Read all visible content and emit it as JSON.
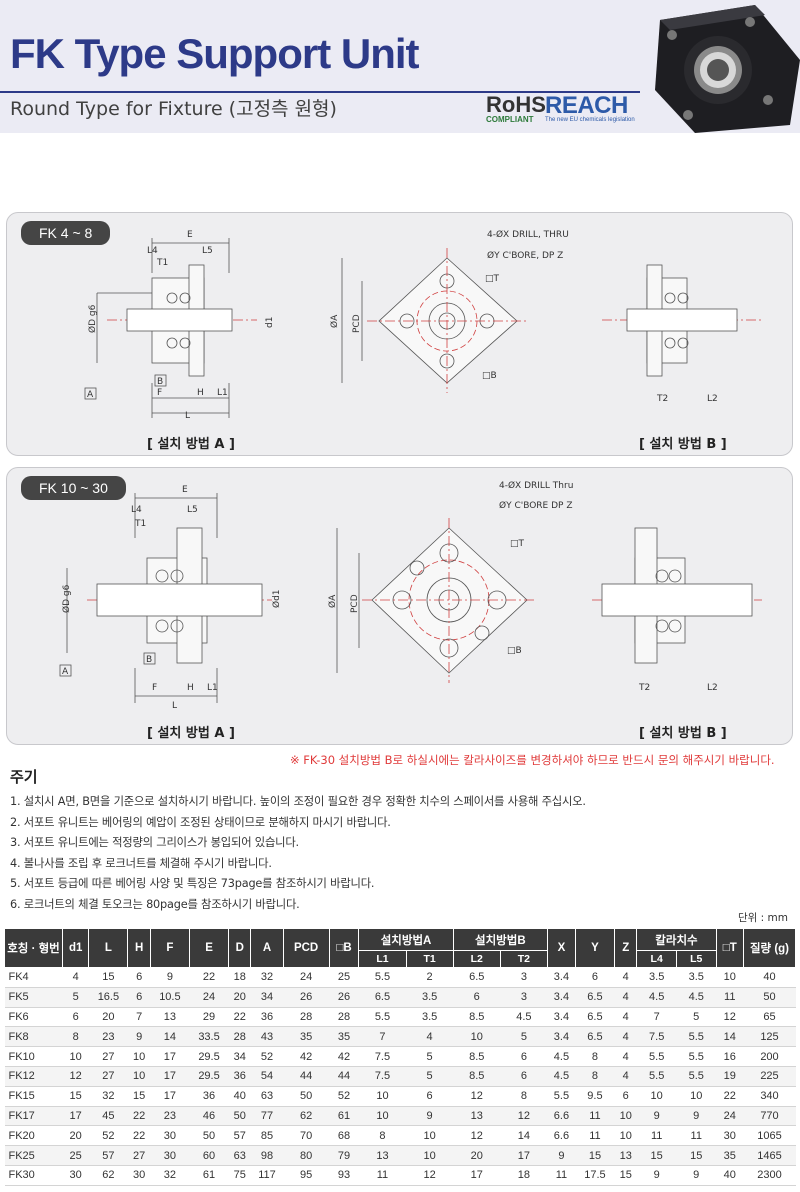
{
  "header": {
    "title": "FK Type Support Unit",
    "subtitle": "Round Type for Fixture (고정측 원형)",
    "rohs": "RoHS",
    "rohs_sub": "COMPLIANT",
    "reach": "REACH",
    "reach_sub": "The new EU chemicals legislation"
  },
  "colors": {
    "title": "#2d3a88",
    "panel": "#eeeef0",
    "table_header": "#3a3a3a",
    "note_red": "#e03a3a"
  },
  "panel1": {
    "label": "FK 4 ~ 8",
    "caption_a": "[ 설치 방법 A ]",
    "caption_b": "[ 설치 방법 B ]",
    "drill": "4-ØX DRILL, THRU",
    "cbore": "ØY C'BORE, DP Z",
    "dims": {
      "E": "E",
      "L4": "L4",
      "L5": "L5",
      "T1": "T1",
      "D": "ØD g6",
      "d1": "d1",
      "F": "F",
      "H": "H",
      "L1": "L1",
      "L": "L",
      "A": "ØA",
      "PCD": "PCD",
      "T": "□T",
      "B": "□B",
      "T2": "T2",
      "L2": "L2",
      "ref_a": "A",
      "ref_b": "B"
    }
  },
  "panel2": {
    "label": "FK 10 ~ 30",
    "caption_a": "[ 설치 방법 A ]",
    "caption_b": "[ 설치 방법 B ]",
    "drill": "4-ØX DRILL  Thru",
    "cbore": "ØY C'BORE  DP Z"
  },
  "notes": {
    "red_note": "※ FK-30 설치방법 B로 하실시에는 칼라사이즈를 변경하셔야 하므로 반드시 문의 해주시기 바랍니다.",
    "title": "주기",
    "items": [
      "1. 설치시 A면, B면을 기준으로 설치하시기 바랍니다. 높이의 조정이 필요한 경우 정확한 치수의 스페이서를 사용해 주십시오.",
      "2. 서포트 유니트는 베어링의 예압이 조정된 상태이므로 분해하지 마시기 바랍니다.",
      "3. 서포트 유니트에는 적정량의 그리이스가 봉입되어 있습니다.",
      "4. 볼나사를 조립 후 로크너트를 체결해 주시기 바랍니다.",
      "5. 서포트 등급에 따른 베어링 사양 및 특징은 73page를 참조하시기 바랍니다.",
      "6. 로크너트의 체결 토오크는 80page를 참조하시기 바랍니다."
    ],
    "unit": "단위 : mm"
  },
  "table": {
    "headers": [
      "호칭 · 형번",
      "d1",
      "L",
      "H",
      "F",
      "E",
      "D",
      "A",
      "PCD",
      "□B",
      "설치방법A",
      "설치방법B",
      "X",
      "Y",
      "Z",
      "칼라치수",
      "□T",
      "질량 (g)"
    ],
    "sub_headers": [
      "L1",
      "T1",
      "L2",
      "T2",
      "L4",
      "L5"
    ],
    "rows": [
      [
        "FK4",
        "4",
        "15",
        "6",
        "9",
        "22",
        "18",
        "32",
        "24",
        "25",
        "5.5",
        "2",
        "6.5",
        "3",
        "3.4",
        "6",
        "4",
        "3.5",
        "3.5",
        "10",
        "40"
      ],
      [
        "FK5",
        "5",
        "16.5",
        "6",
        "10.5",
        "24",
        "20",
        "34",
        "26",
        "26",
        "6.5",
        "3.5",
        "6",
        "3",
        "3.4",
        "6.5",
        "4",
        "4.5",
        "4.5",
        "11",
        "50"
      ],
      [
        "FK6",
        "6",
        "20",
        "7",
        "13",
        "29",
        "22",
        "36",
        "28",
        "28",
        "5.5",
        "3.5",
        "8.5",
        "4.5",
        "3.4",
        "6.5",
        "4",
        "7",
        "5",
        "12",
        "65"
      ],
      [
        "FK8",
        "8",
        "23",
        "9",
        "14",
        "33.5",
        "28",
        "43",
        "35",
        "35",
        "7",
        "4",
        "10",
        "5",
        "3.4",
        "6.5",
        "4",
        "7.5",
        "5.5",
        "14",
        "125"
      ],
      [
        "FK10",
        "10",
        "27",
        "10",
        "17",
        "29.5",
        "34",
        "52",
        "42",
        "42",
        "7.5",
        "5",
        "8.5",
        "6",
        "4.5",
        "8",
        "4",
        "5.5",
        "5.5",
        "16",
        "200"
      ],
      [
        "FK12",
        "12",
        "27",
        "10",
        "17",
        "29.5",
        "36",
        "54",
        "44",
        "44",
        "7.5",
        "5",
        "8.5",
        "6",
        "4.5",
        "8",
        "4",
        "5.5",
        "5.5",
        "19",
        "225"
      ],
      [
        "FK15",
        "15",
        "32",
        "15",
        "17",
        "36",
        "40",
        "63",
        "50",
        "52",
        "10",
        "6",
        "12",
        "8",
        "5.5",
        "9.5",
        "6",
        "10",
        "10",
        "22",
        "340"
      ],
      [
        "FK17",
        "17",
        "45",
        "22",
        "23",
        "46",
        "50",
        "77",
        "62",
        "61",
        "10",
        "9",
        "13",
        "12",
        "6.6",
        "11",
        "10",
        "9",
        "9",
        "24",
        "770"
      ],
      [
        "FK20",
        "20",
        "52",
        "22",
        "30",
        "50",
        "57",
        "85",
        "70",
        "68",
        "8",
        "10",
        "12",
        "14",
        "6.6",
        "11",
        "10",
        "11",
        "11",
        "30",
        "1065"
      ],
      [
        "FK25",
        "25",
        "57",
        "27",
        "30",
        "60",
        "63",
        "98",
        "80",
        "79",
        "13",
        "10",
        "20",
        "17",
        "9",
        "15",
        "13",
        "15",
        "15",
        "35",
        "1465"
      ],
      [
        "FK30",
        "30",
        "62",
        "30",
        "32",
        "61",
        "75",
        "117",
        "95",
        "93",
        "11",
        "12",
        "17",
        "18",
        "11",
        "17.5",
        "15",
        "9",
        "9",
        "40",
        "2300"
      ]
    ]
  }
}
